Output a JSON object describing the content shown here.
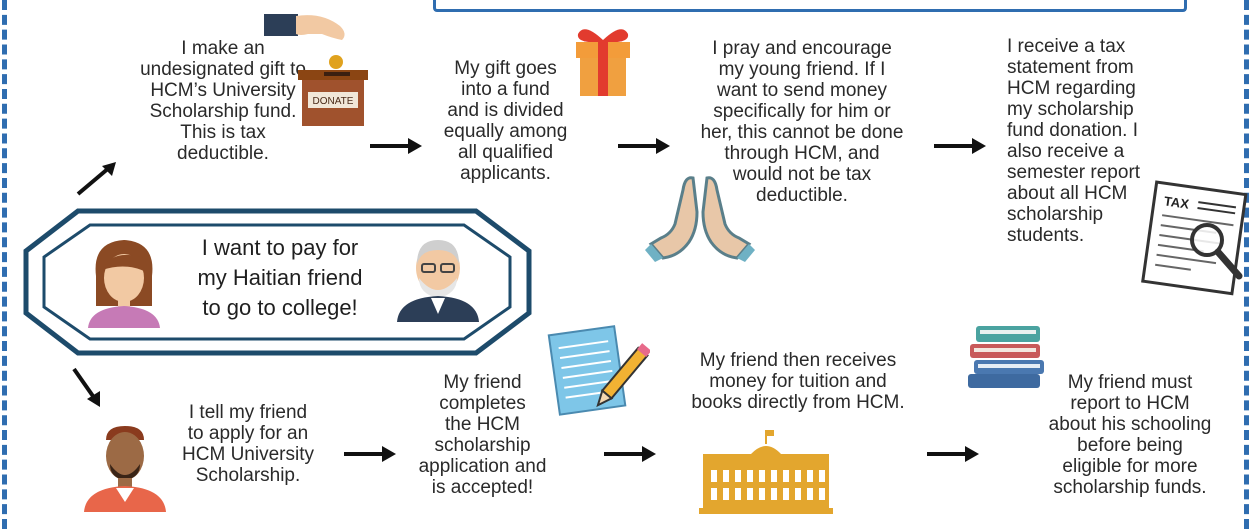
{
  "center": {
    "lines": [
      "I want to pay for",
      "my Haitian friend",
      "to go to college!"
    ]
  },
  "top_flow": {
    "step1": "I make an\nundesignated gift to\nHCM’s University\nScholarship fund.\nThis is tax\ndeductible.",
    "donate_label": "DONATE",
    "step2": "My gift goes\ninto a fund\nand is divided\nequally among\nall qualified\napplicants.",
    "step3": "I pray and encourage\nmy young friend. If I\nwant to send money\nspecifically for him or\nher, this cannot be done\nthrough HCM, and\nwould not be tax\ndeductible.",
    "step4": "I receive a tax\nstatement from\nHCM regarding\nmy scholarship\nfund donation. I\nalso receive a\nsemester report\nabout all HCM\nscholarship\nstudents.",
    "tax_label": "TAX"
  },
  "bottom_flow": {
    "step1": "I tell my friend\nto apply for an\nHCM University\nScholarship.",
    "step2": "My friend\ncompletes\nthe HCM\nscholarship\napplication and\nis accepted!",
    "step3": "My friend then receives\nmoney for tuition and\nbooks directly from HCM.",
    "step4": "My friend must\nreport to HCM\nabout his schooling\nbefore being\neligible for more\nscholarship funds."
  },
  "colors": {
    "frame": "#2f6db0",
    "center_border": "#1d4b6b",
    "arrow": "#111111"
  }
}
